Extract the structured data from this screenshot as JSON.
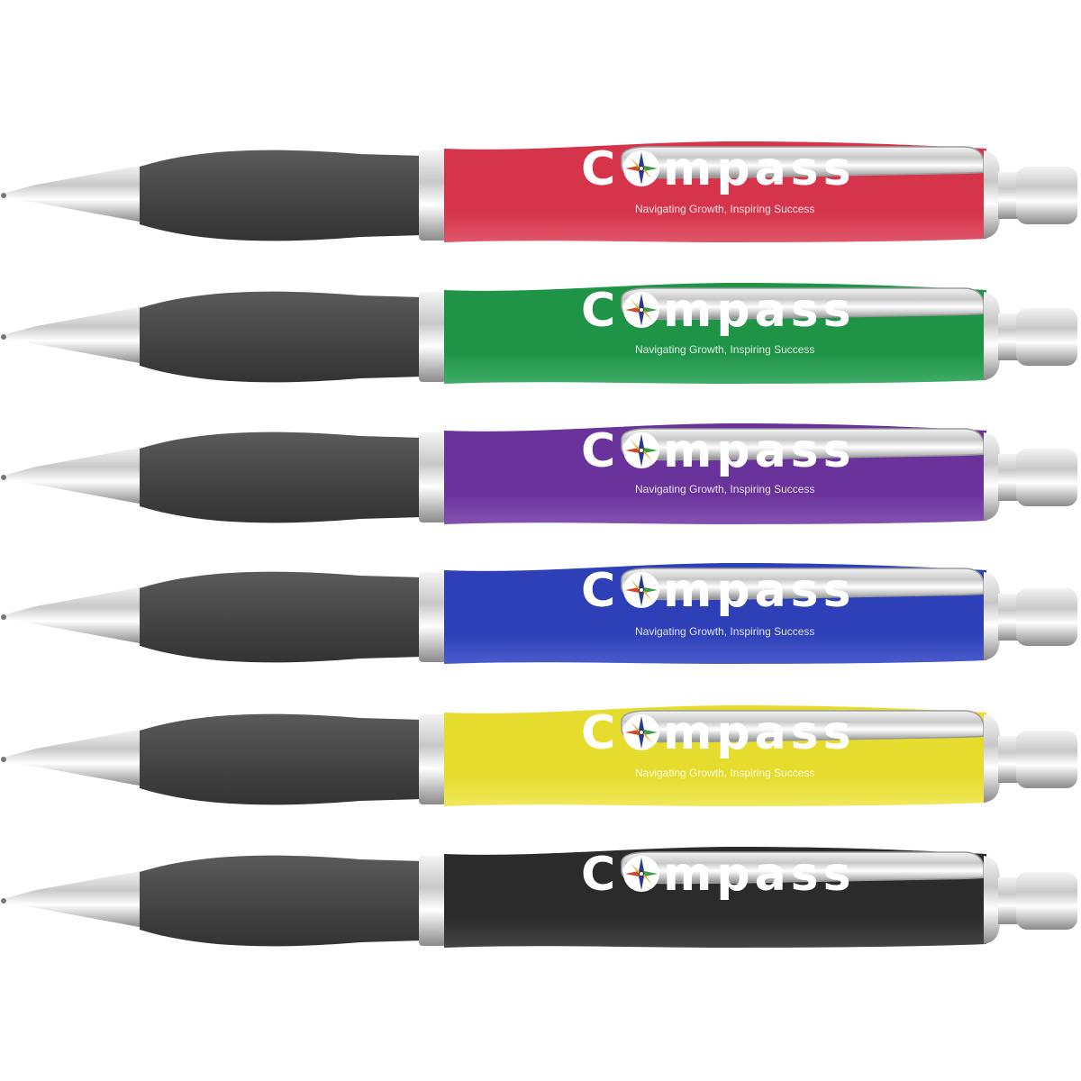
{
  "brand": {
    "name_prefix": "C",
    "name_suffix": "mpass",
    "tagline": "Navigating Growth, Inspiring Success"
  },
  "pens": [
    {
      "color_name": "red",
      "barrel_color": "#d5344a",
      "barrel_light": "#e0566a",
      "window_color": "#8c1e2e"
    },
    {
      "color_name": "green",
      "barrel_color": "#1f9447",
      "barrel_light": "#3fad68",
      "window_color": "#146b33"
    },
    {
      "color_name": "purple",
      "barrel_color": "#6a339c",
      "barrel_light": "#8252b0",
      "window_color": "#4a2170"
    },
    {
      "color_name": "blue",
      "barrel_color": "#2e40b8",
      "barrel_light": "#4a5ccc",
      "window_color": "#1f2c85"
    },
    {
      "color_name": "yellow",
      "barrel_color": "#e6dc2e",
      "barrel_light": "#f0e85a",
      "window_color": "#b0a71c"
    },
    {
      "color_name": "black",
      "barrel_color": "#2b2b2b",
      "barrel_light": "#444444",
      "window_color": "#111111"
    }
  ],
  "colors": {
    "grip": "#4a4a4a",
    "chrome": "#c8c8c8",
    "chrome_dark": "#8a8a8a"
  }
}
